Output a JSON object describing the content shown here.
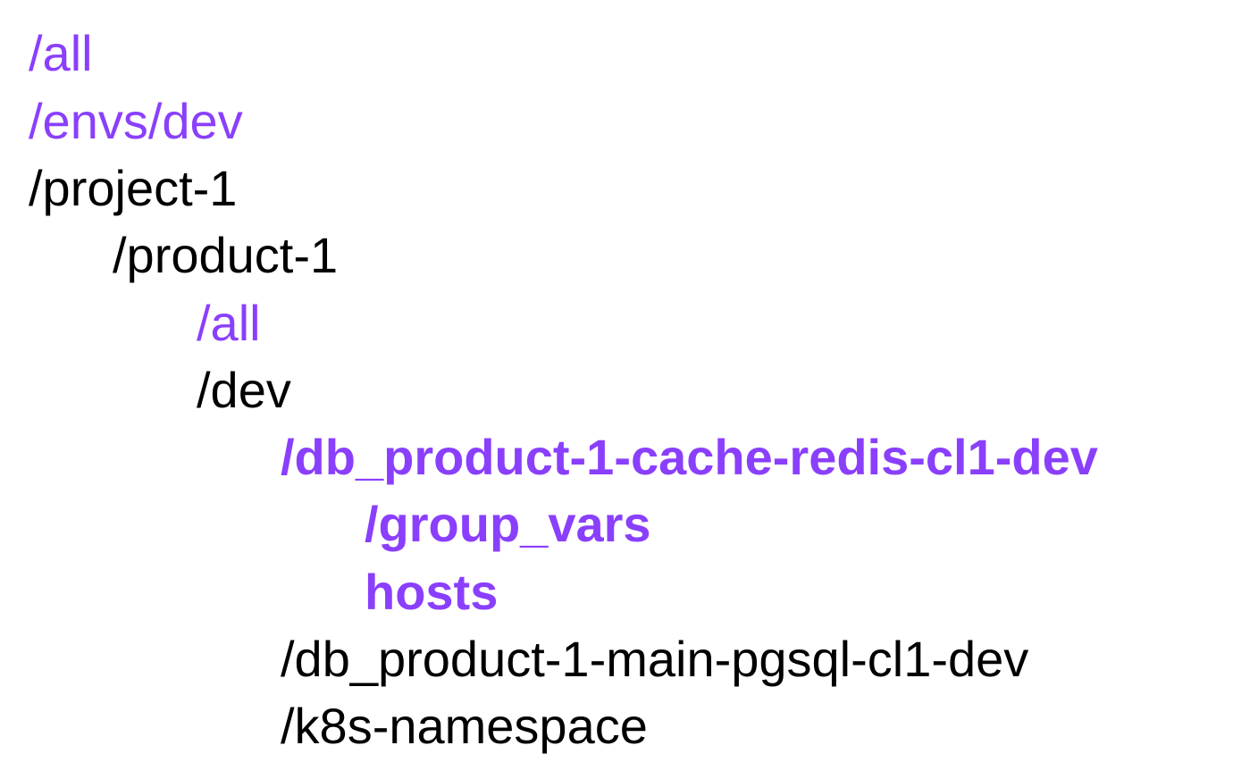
{
  "colors": {
    "highlight": "#8a3ffc",
    "default": "#000000"
  },
  "tree": {
    "lines": [
      {
        "text": "/all",
        "highlight": true,
        "bold": false
      },
      {
        "text": "/envs/dev",
        "highlight": true,
        "bold": false
      },
      {
        "text": "/project-1",
        "highlight": false,
        "bold": false
      },
      {
        "text": "/product-1",
        "highlight": false,
        "bold": false
      },
      {
        "text": "/all",
        "highlight": true,
        "bold": false
      },
      {
        "text": "/dev",
        "highlight": false,
        "bold": false
      },
      {
        "text": "/db_product-1-cache-redis-cl1-dev",
        "highlight": true,
        "bold": true
      },
      {
        "text": "/group_vars",
        "highlight": true,
        "bold": true
      },
      {
        "text": "hosts",
        "highlight": true,
        "bold": true
      },
      {
        "text": "/db_product-1-main-pgsql-cl1-dev",
        "highlight": false,
        "bold": false
      },
      {
        "text": "/k8s-namespace",
        "highlight": false,
        "bold": false
      }
    ]
  }
}
